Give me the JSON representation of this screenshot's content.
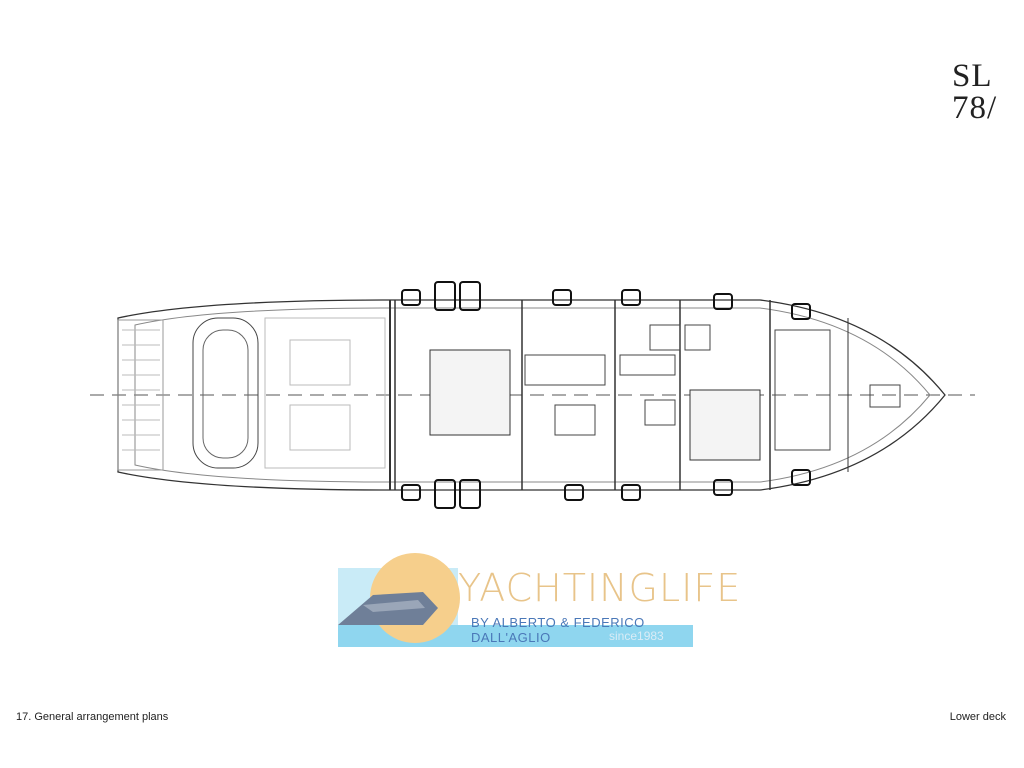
{
  "header": {
    "model_line1": "SL",
    "model_line2": "78/"
  },
  "logo": {
    "title": "YACHTINGLIFE",
    "subtitle": "BY ALBERTO & FEDERICO DALL'AGLIO",
    "since": "since1983"
  },
  "footer": {
    "page_label": "17.  General arrangement plans",
    "deck_label": "Lower deck"
  },
  "colors": {
    "sun": "#f6cf8c",
    "sea": "#8fd6ef",
    "boat": "#6f7f98"
  }
}
